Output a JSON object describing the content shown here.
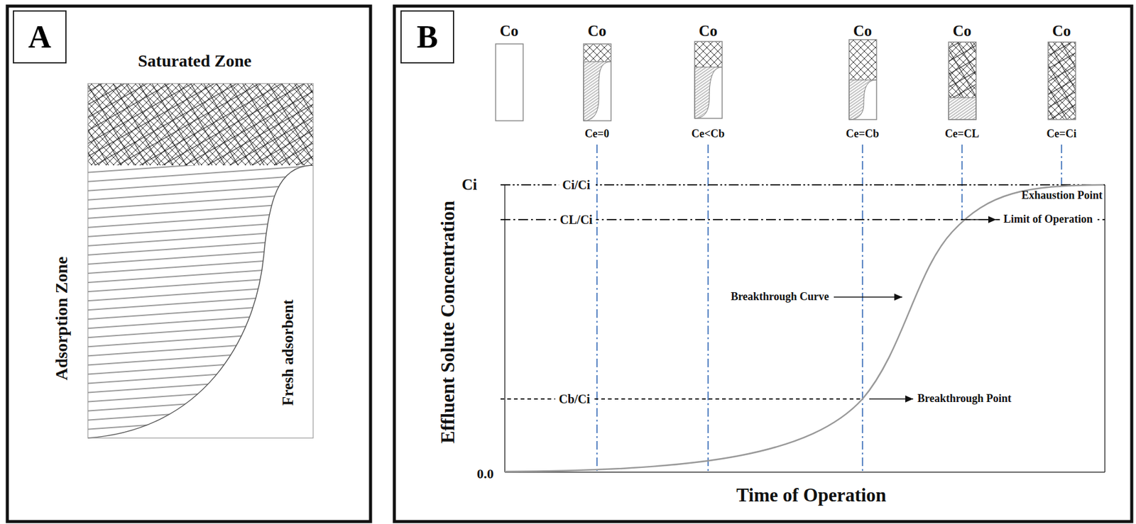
{
  "diagram": {
    "nodes": [
      {
        "text": [
          "A"
        ]
      },
      {
        "text": [
          "B"
        ]
      }
    ],
    "labels": [
      "Saturated Zone",
      "Adsorption Zone",
      "Fresh adsorbent",
      "Co",
      "Co",
      "Co",
      "Co",
      "Co",
      "Co",
      "Ce=0",
      "Ce<Cb",
      "Ce=Cb",
      "Ce=CL",
      "Ce=Ci",
      "Ci",
      "Ci/Ci",
      "CL/Ci",
      "Exhaustion Point",
      "Limit of Operation",
      "Breakthrough Curve",
      "Breakthrough Point",
      "Cb/Ci",
      "0.0",
      "Effluent Solute Concentration",
      "Time of Operation"
    ]
  }
}
